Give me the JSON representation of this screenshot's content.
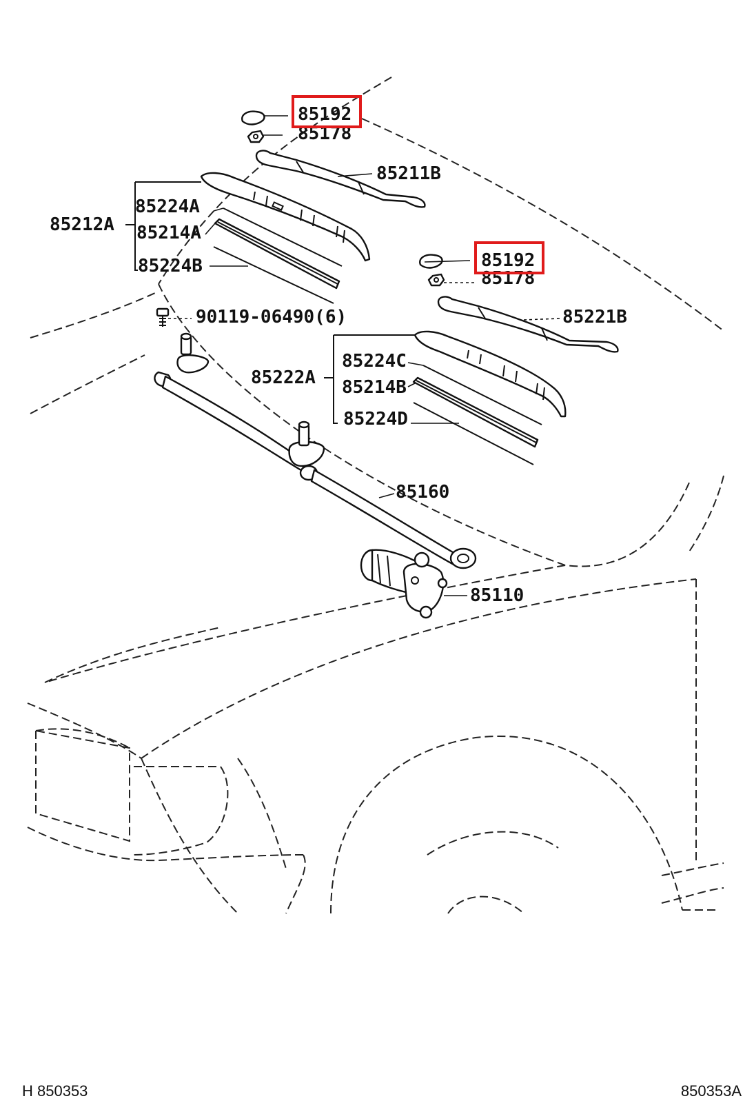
{
  "diagram": {
    "labels": {
      "p85192_upper": "85192",
      "p85178_upper": "85178",
      "p85211B": "85211B",
      "p85224A": "85224A",
      "p85212A": "85212A",
      "p85214A": "85214A",
      "p85224B": "85224B",
      "p85192_lower": "85192",
      "p85178_lower": "85178",
      "p90119": "90119-06490(6)",
      "p85221B": "85221B",
      "p85224C": "85224C",
      "p85222A": "85222A",
      "p85214B": "85214B",
      "p85224D": "85224D",
      "p85160": "85160",
      "p85110": "85110"
    },
    "highlighted": [
      "85192"
    ],
    "highlight_color": "#e01b1b",
    "line_color": "#111111",
    "footer": {
      "left_code": "H 850353",
      "right_code": "850353A"
    }
  }
}
